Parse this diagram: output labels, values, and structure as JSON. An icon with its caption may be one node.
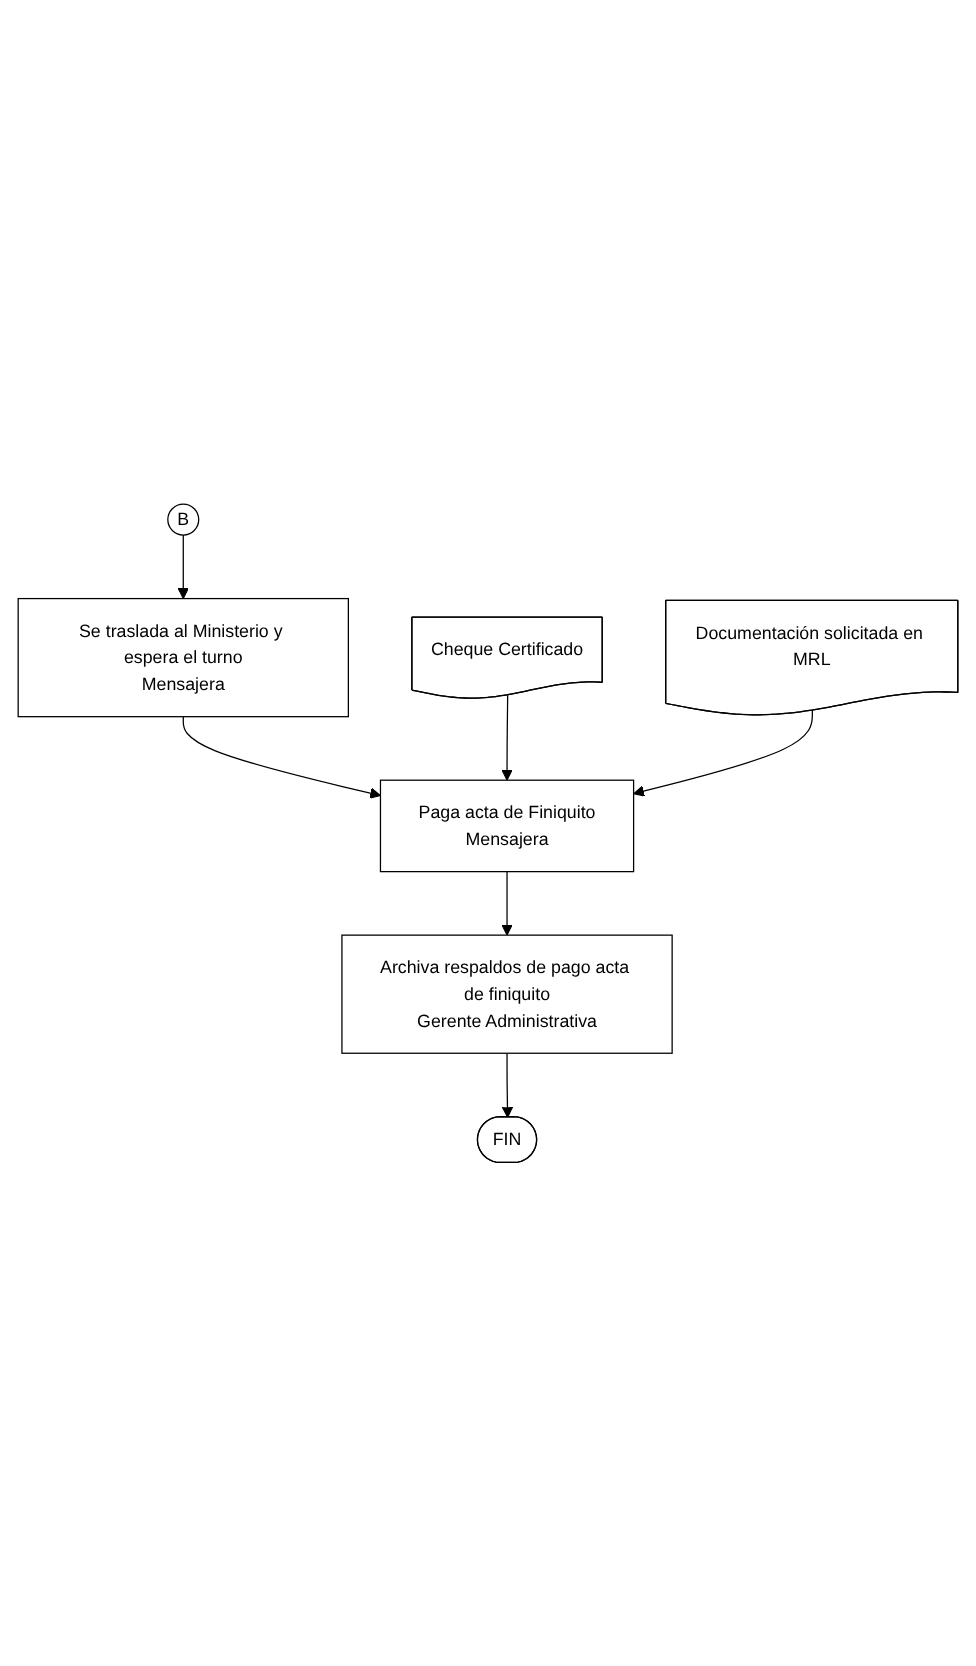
{
  "diagram": {
    "nodes": [
      {
        "text": [
          "B"
        ]
      },
      {
        "text": [
          "Se traslada al Ministerio y espera el turno",
          "Mensajera"
        ]
      },
      {
        "text": [
          "Cheque Certificado"
        ]
      },
      {
        "text": [
          "Documentación solicitada en MRL"
        ]
      },
      {
        "text": [
          "Paga acta de Finiquito",
          "Mensajera"
        ]
      },
      {
        "text": [
          "Archiva respaldos de pago acta de finiquito",
          "Gerente Administrativa"
        ]
      },
      {
        "text": [
          "FIN"
        ]
      }
    ],
    "edges": [
      {
        "from": 0,
        "to": 1,
        "arrow": "to"
      },
      {
        "from": 1,
        "to": 4,
        "arrow": "to"
      },
      {
        "from": 2,
        "to": 4,
        "arrow": "to"
      },
      {
        "from": 3,
        "to": 4,
        "arrow": "to"
      },
      {
        "from": 4,
        "to": 5,
        "arrow": "to"
      },
      {
        "from": 5,
        "to": 6,
        "arrow": "to"
      }
    ]
  }
}
